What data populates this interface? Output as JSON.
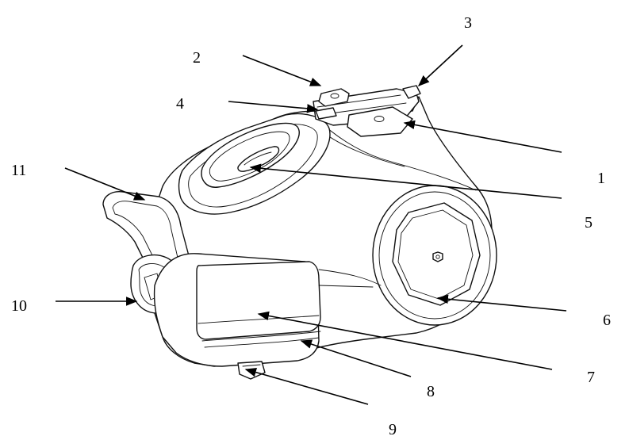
{
  "diagram": {
    "callouts": [
      {
        "id": "1",
        "label": "1"
      },
      {
        "id": "2",
        "label": "2"
      },
      {
        "id": "3",
        "label": "3"
      },
      {
        "id": "4",
        "label": "4"
      },
      {
        "id": "5",
        "label": "5"
      },
      {
        "id": "6",
        "label": "6"
      },
      {
        "id": "7",
        "label": "7"
      },
      {
        "id": "8",
        "label": "8"
      },
      {
        "id": "9",
        "label": "9"
      },
      {
        "id": "10",
        "label": "10"
      },
      {
        "id": "11",
        "label": "11"
      }
    ],
    "colors": {
      "ink": "#111111",
      "background": "#ffffff"
    }
  }
}
